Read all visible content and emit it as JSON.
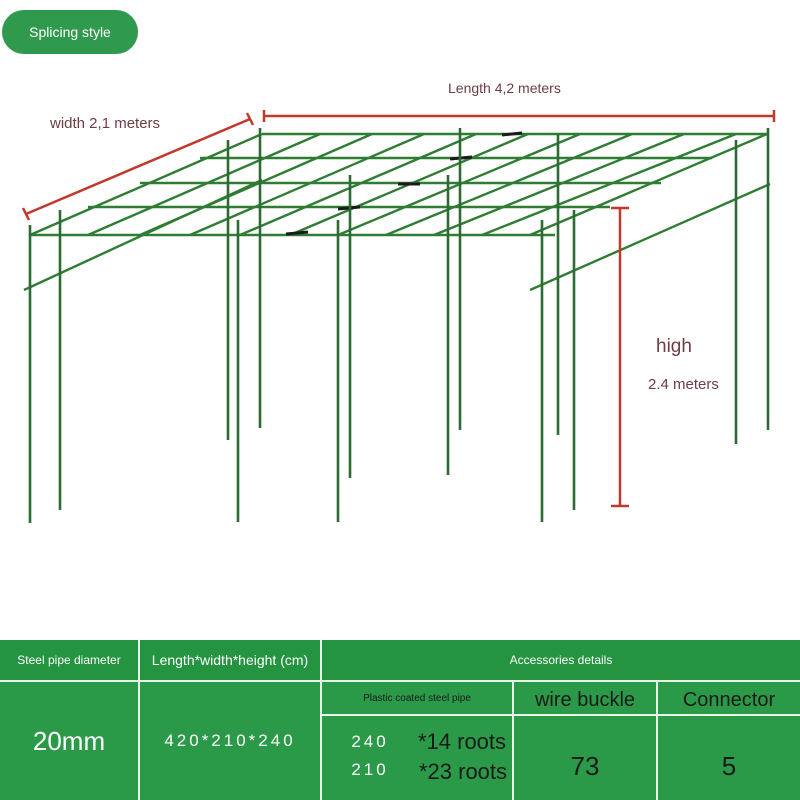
{
  "badge": {
    "label": "Splicing style"
  },
  "dimensions": {
    "length": "Length 4,2 meters",
    "width": "width 2,1 meters",
    "high": "high",
    "high_value": "2.4 meters"
  },
  "colors": {
    "frame": "#2e7d32",
    "dimension_line": "#c0392b",
    "table_bg": "#2a9a48",
    "badge": "#2f9a4e"
  },
  "table": {
    "headers": {
      "diameter": "Steel pipe diameter",
      "lwh": "Length*width*height (cm)",
      "accessories": "Accessories details"
    },
    "sub_headers": {
      "pipe": "Plastic coated steel pipe",
      "buckle": "wire buckle",
      "connector": "Connector"
    },
    "values": {
      "diameter": "20mm",
      "lwh": "420*210*240",
      "pipe_len_1": "240",
      "pipe_qty_1": "*14 roots",
      "pipe_len_2": "210",
      "pipe_qty_2": "*23 roots",
      "buckle": "73",
      "connector": "5"
    }
  }
}
